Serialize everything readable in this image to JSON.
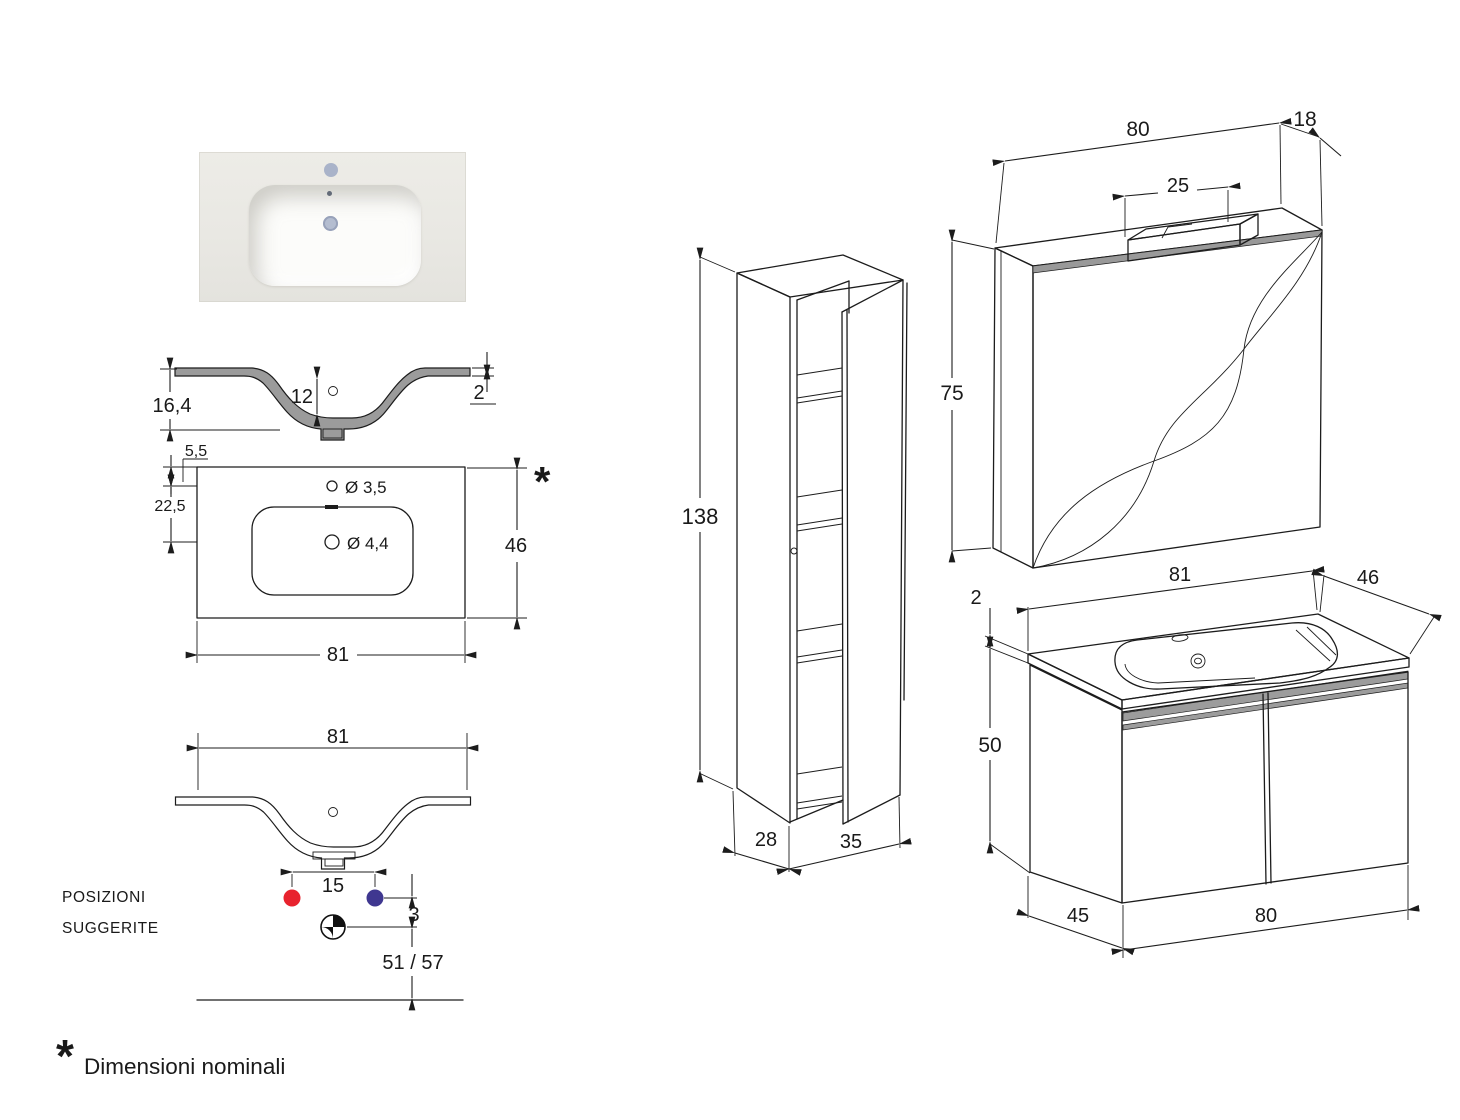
{
  "colors": {
    "line": "#1c1c1c",
    "section_fill": "#9b9b9b",
    "band_fill": "#9c9c9c",
    "hot": "#e8232e",
    "cold": "#3f3790",
    "photo_deck": "#e9e8e3",
    "photo_bowl": "#fbfbfa",
    "photo_hole": "#a9b3c9"
  },
  "photo": {
    "name": "washbasin-top-render"
  },
  "section": {
    "h_total": "16,4",
    "h_inner": "12",
    "h_rim": "2"
  },
  "topview": {
    "offset_hole": "5,5",
    "offset_drain": "22,5",
    "hole_faucet": "Ø 3,5",
    "hole_drain": "Ø 4,4",
    "depth": "46",
    "width": "81",
    "footnote_mark": "*"
  },
  "frontview": {
    "width": "81",
    "tap_spacing": "15",
    "gap": "3",
    "height_range": "51 / 57",
    "caption_line1": "POSIZIONI",
    "caption_line2": "SUGGERITE"
  },
  "column": {
    "height": "138",
    "depth": "28",
    "width": "35"
  },
  "mirror": {
    "width": "80",
    "depth": "18",
    "lamp_width": "25",
    "height": "75"
  },
  "vanity": {
    "top_width": "81",
    "top_depth": "46",
    "top_thickness": "2",
    "body_height": "50",
    "body_depth": "45",
    "body_width": "80"
  },
  "footnote": {
    "mark": "*",
    "text": "Dimensioni nominali"
  }
}
